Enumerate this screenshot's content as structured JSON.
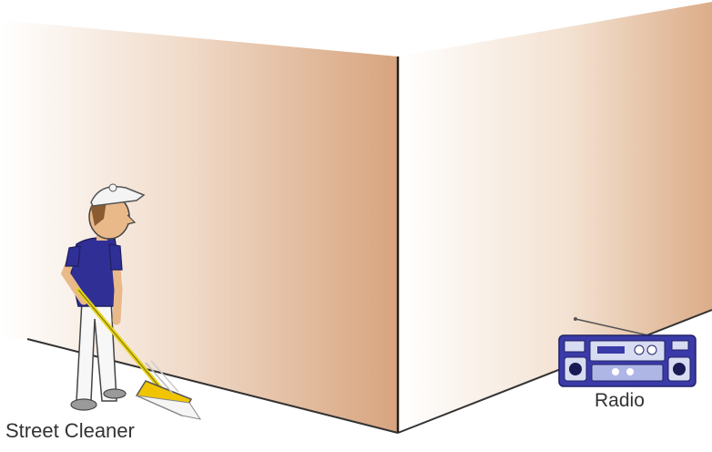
{
  "labels": {
    "street_cleaner": "Street Cleaner",
    "radio": "Radio"
  },
  "colors": {
    "wall_light": "#ffffff",
    "wall_dark": "#d4a07a",
    "shirt": "#2f2f96",
    "cap": "#f4f4f4",
    "skin": "#e9b98a",
    "broom_handle": "#e6d21e",
    "broom_head": "#f0c400",
    "radio_body": "#3a3aa8"
  },
  "icons": {
    "person": "street-cleaner-figure",
    "device": "radio-icon"
  }
}
